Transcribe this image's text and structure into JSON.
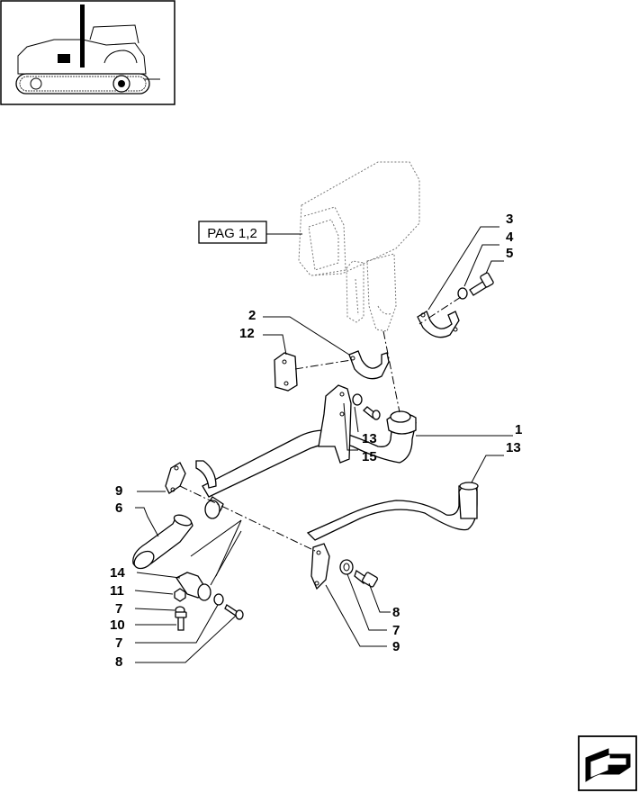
{
  "reference_box": {
    "label": "PAG 1,2"
  },
  "callouts": [
    {
      "id": "c1",
      "label": "1"
    },
    {
      "id": "c2",
      "label": "2"
    },
    {
      "id": "c3",
      "label": "3"
    },
    {
      "id": "c4",
      "label": "4"
    },
    {
      "id": "c5",
      "label": "5"
    },
    {
      "id": "c6",
      "label": "6"
    },
    {
      "id": "c7a",
      "label": "7"
    },
    {
      "id": "c7b",
      "label": "7"
    },
    {
      "id": "c7c",
      "label": "7"
    },
    {
      "id": "c8a",
      "label": "8"
    },
    {
      "id": "c8b",
      "label": "8"
    },
    {
      "id": "c9a",
      "label": "9"
    },
    {
      "id": "c9b",
      "label": "9"
    },
    {
      "id": "c10",
      "label": "10"
    },
    {
      "id": "c11",
      "label": "11"
    },
    {
      "id": "c12",
      "label": "12"
    },
    {
      "id": "c13a",
      "label": "13"
    },
    {
      "id": "c13b",
      "label": "13"
    },
    {
      "id": "c14",
      "label": "14"
    },
    {
      "id": "c15",
      "label": "15"
    }
  ],
  "icons": {
    "thumbnail": "tracked-tractor-thumbnail",
    "nav": "next-page-arrow-icon"
  }
}
